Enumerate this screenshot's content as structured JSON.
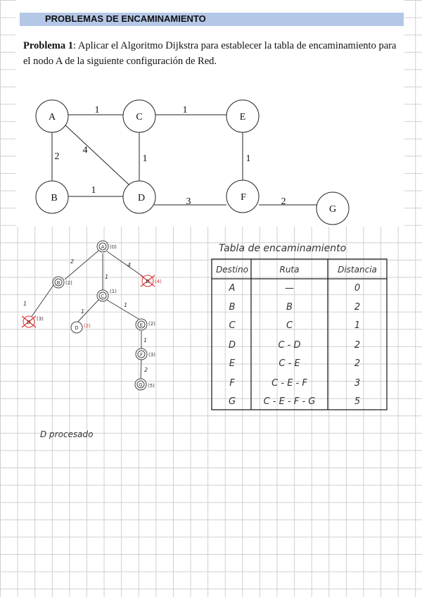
{
  "header": {
    "title": "PROBLEMAS DE ENCAMINAMIENTO",
    "color": "#b4c7e7"
  },
  "problem": {
    "label": "Problema 1",
    "text": ": Aplicar el Algoritmo Dijkstra para establecer la tabla de encaminamiento para el nodo A de la siguiente configuración de Red."
  },
  "network": {
    "nodes": [
      "A",
      "B",
      "C",
      "D",
      "E",
      "F",
      "G"
    ],
    "edges": [
      {
        "from": "A",
        "to": "C",
        "weight": "1"
      },
      {
        "from": "C",
        "to": "E",
        "weight": "1"
      },
      {
        "from": "A",
        "to": "B",
        "weight": "2"
      },
      {
        "from": "A",
        "to": "D",
        "weight": "4"
      },
      {
        "from": "C",
        "to": "D",
        "weight": "1"
      },
      {
        "from": "E",
        "to": "F",
        "weight": "1"
      },
      {
        "from": "B",
        "to": "D",
        "weight": "1"
      },
      {
        "from": "D",
        "to": "F",
        "weight": "3"
      },
      {
        "from": "F",
        "to": "G",
        "weight": "2"
      }
    ]
  },
  "tree": {
    "nodes": [
      {
        "label": "A",
        "dist": "(0)"
      },
      {
        "label": "B",
        "dist": "(2)"
      },
      {
        "label": "C",
        "dist": "(1)"
      },
      {
        "label": "D",
        "dist": "(4)"
      },
      {
        "label": "D",
        "dist": "(3)"
      },
      {
        "label": "D",
        "dist": "(2)"
      },
      {
        "label": "E",
        "dist": "(2)"
      },
      {
        "label": "F",
        "dist": "(3)"
      },
      {
        "label": "G",
        "dist": "(5)"
      }
    ],
    "edge_weights": [
      "2",
      "1",
      "4",
      "1",
      "1",
      "1",
      "1",
      "2"
    ],
    "note": "D procesado"
  },
  "table": {
    "title": "Tabla de encaminamiento",
    "headers": [
      "Destino",
      "Ruta",
      "Distancia"
    ],
    "rows": [
      [
        "A",
        "—",
        "0"
      ],
      [
        "B",
        "B",
        "2"
      ],
      [
        "C",
        "C",
        "1"
      ],
      [
        "D",
        "C - D",
        "2"
      ],
      [
        "E",
        "C - E",
        "2"
      ],
      [
        "F",
        "C - E - F",
        "3"
      ],
      [
        "G",
        "C - E - F - G",
        "5"
      ]
    ]
  }
}
